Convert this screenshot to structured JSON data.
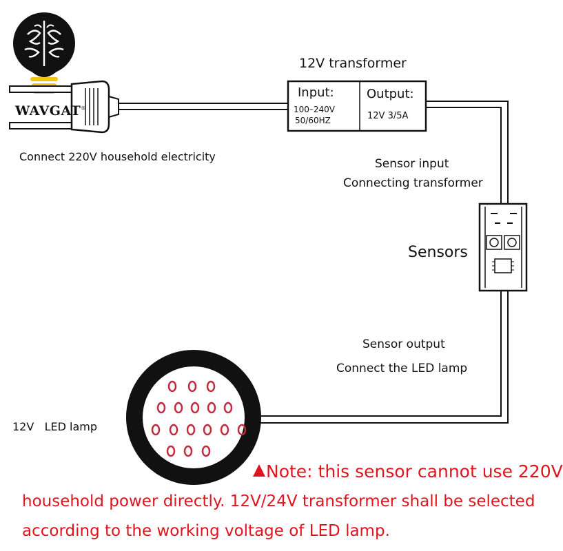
{
  "brand": {
    "name": "WAVGAT",
    "mark": "®"
  },
  "labels": {
    "power": "Connect 220V household electricity",
    "transformer_title": "12V transformer",
    "transformer_input_heading": "Input:",
    "transformer_input_value1": "100–240V",
    "transformer_input_value2": "50/60HZ",
    "transformer_output_heading": "Output:",
    "transformer_output_value": "12V 3/5A",
    "sensor_input_1": "Sensor input",
    "sensor_input_2": "Connecting transformer",
    "sensors": "Sensors",
    "sensor_output_1": "Sensor output",
    "sensor_output_2": "Connect the LED lamp",
    "led_lamp": "12V   LED lamp"
  },
  "note": {
    "icon": "warning-triangle-icon",
    "line1": "Note: this sensor cannot use 220V",
    "line2": "household power directly. 12V/24V transformer shall be selected",
    "line3": "according to the working voltage of LED lamp."
  },
  "colors": {
    "line": "#111111",
    "note": "#e0141e",
    "led": "#c22a3e",
    "bulb_glow": "#f2c418"
  }
}
